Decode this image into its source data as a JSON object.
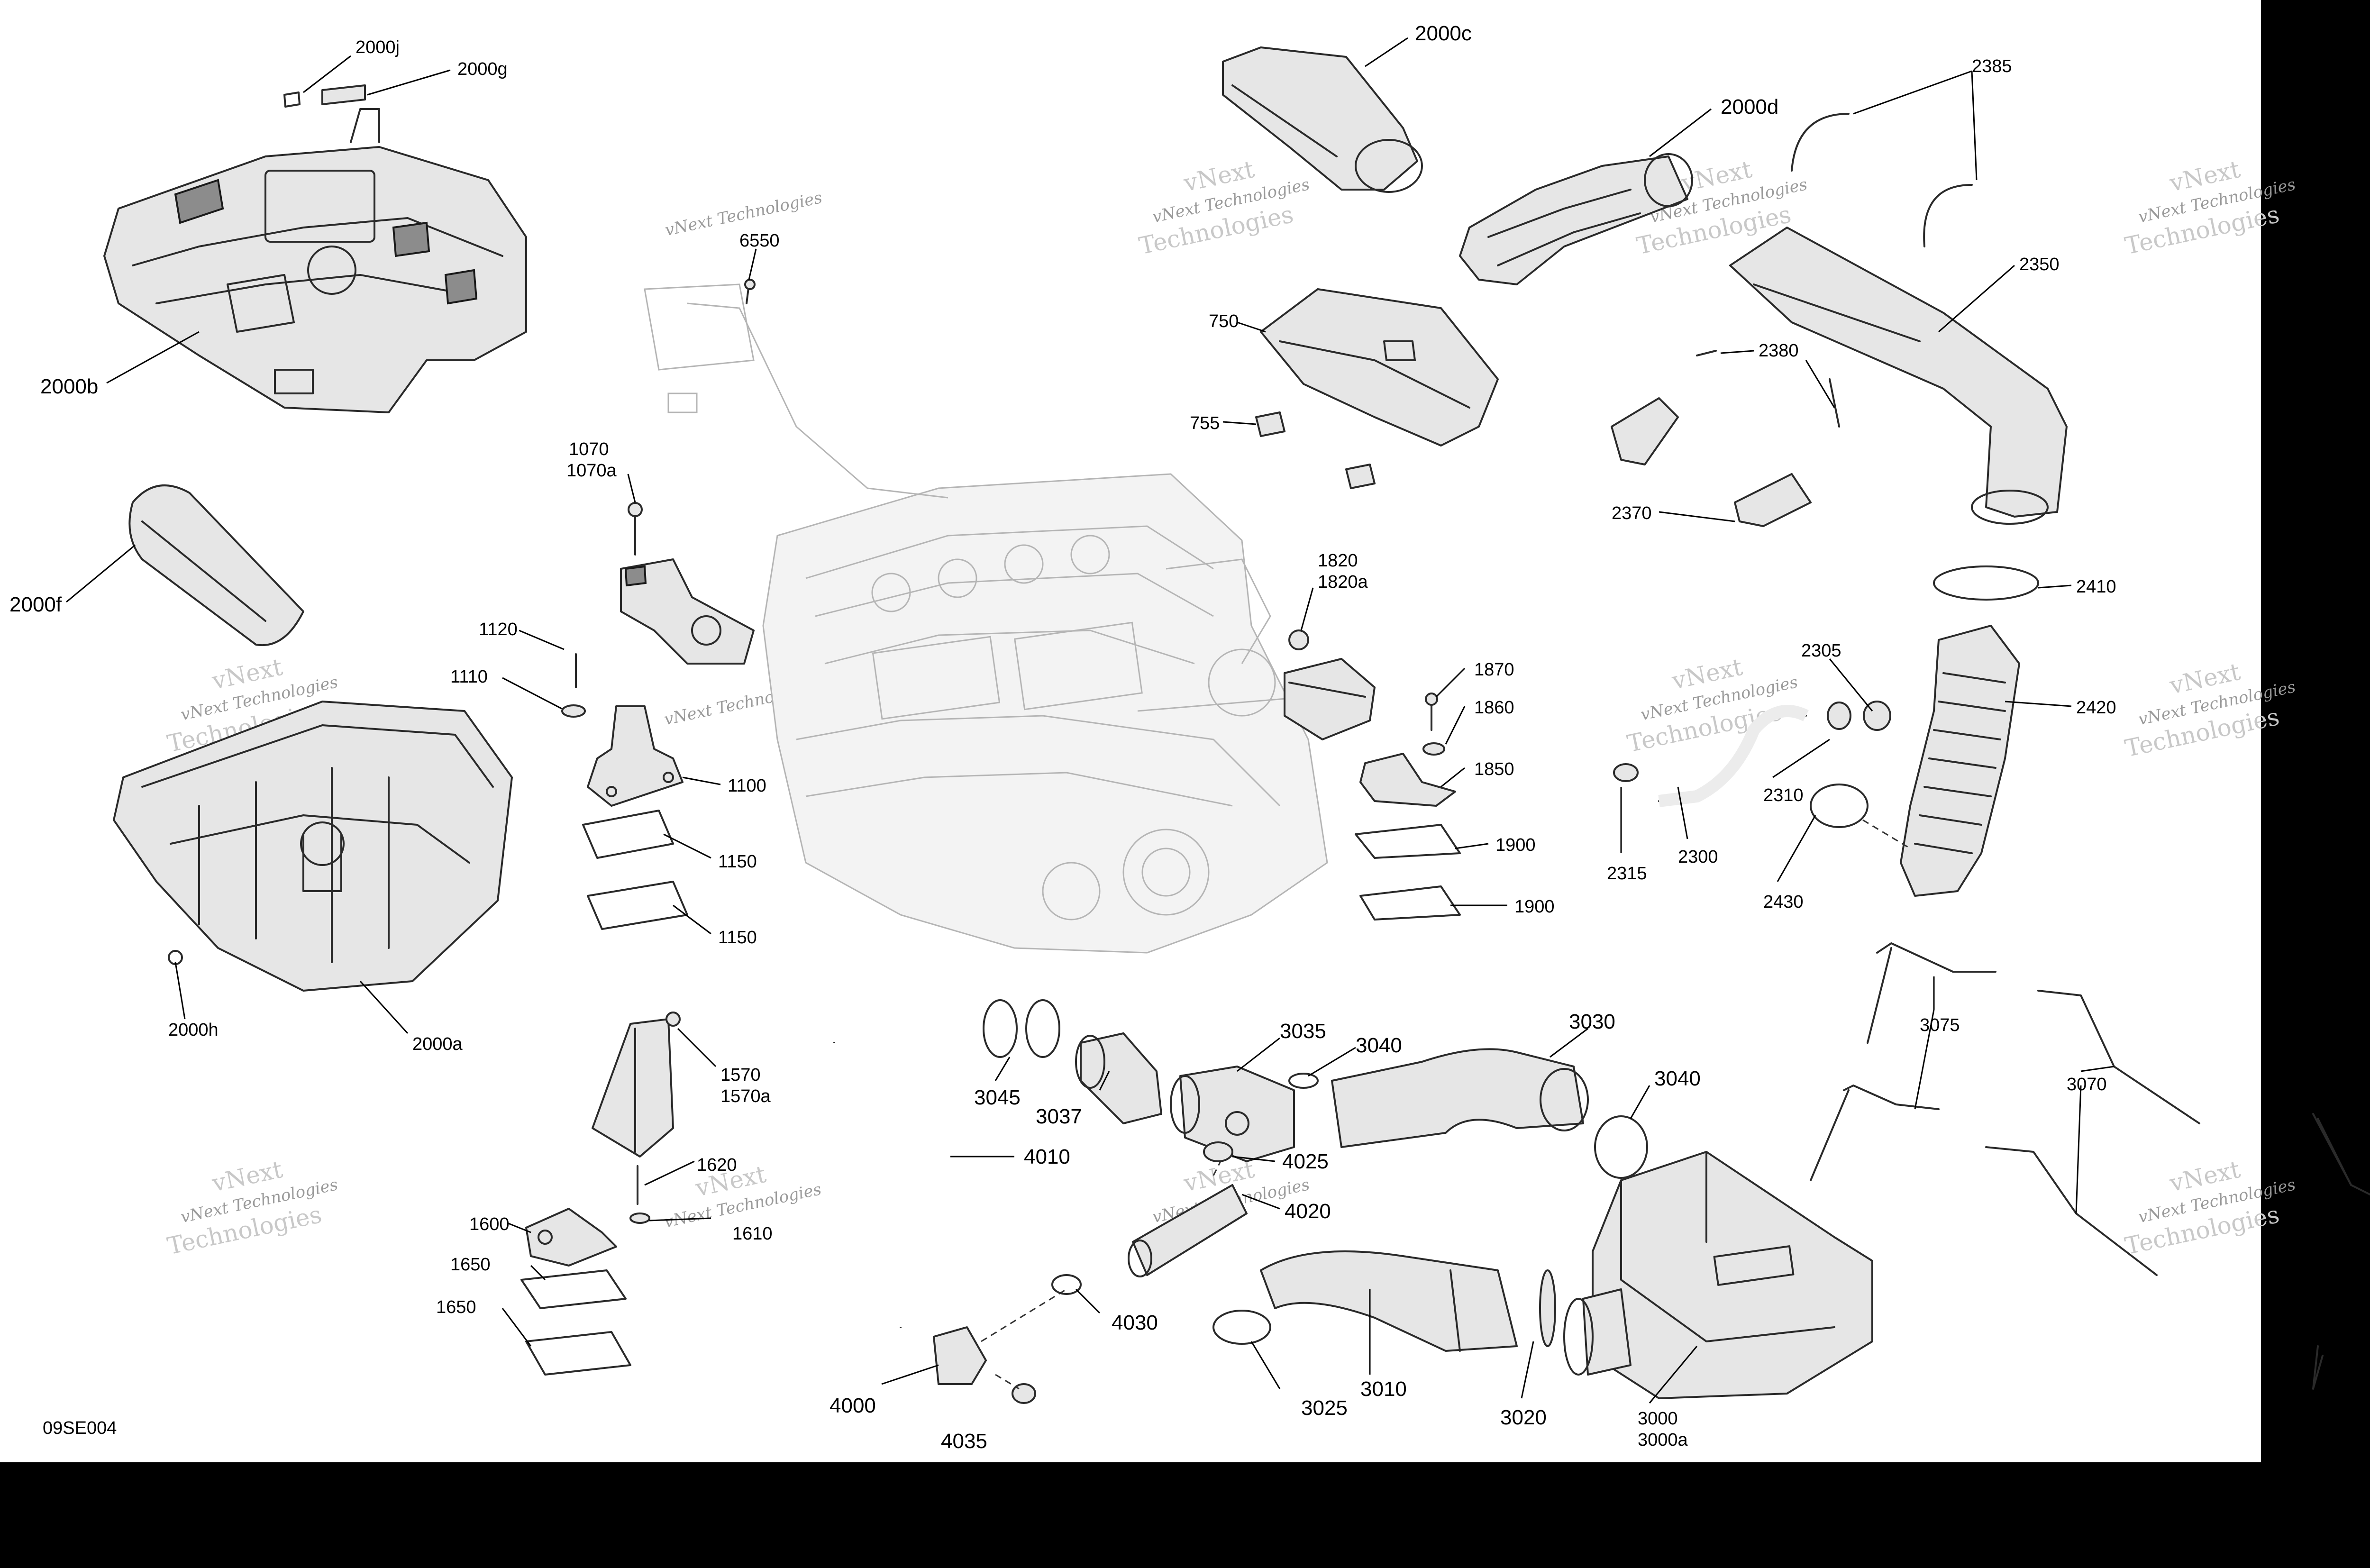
{
  "diagram_code": "09SE004",
  "watermark": {
    "line1": "vNext Technologies",
    "line2": "vNext",
    "line3": "Technologies"
  },
  "callouts": [
    {
      "id": "c-2000j",
      "text": "2000j"
    },
    {
      "id": "c-2000g",
      "text": "2000g"
    },
    {
      "id": "c-2000b",
      "text": "2000b"
    },
    {
      "id": "c-2000f",
      "text": "2000f"
    },
    {
      "id": "c-2000h",
      "text": "2000h"
    },
    {
      "id": "c-2000a",
      "text": "2000a"
    },
    {
      "id": "c-2000c",
      "text": "2000c"
    },
    {
      "id": "c-2000d",
      "text": "2000d"
    },
    {
      "id": "c-2385",
      "text": "2385"
    },
    {
      "id": "c-2350",
      "text": "2350"
    },
    {
      "id": "c-2380",
      "text": "2380"
    },
    {
      "id": "c-2370",
      "text": "2370"
    },
    {
      "id": "c-2410",
      "text": "2410"
    },
    {
      "id": "c-2420",
      "text": "2420"
    },
    {
      "id": "c-2305",
      "text": "2305"
    },
    {
      "id": "c-2310",
      "text": "2310"
    },
    {
      "id": "c-2300",
      "text": "2300"
    },
    {
      "id": "c-2315",
      "text": "2315"
    },
    {
      "id": "c-2430",
      "text": "2430"
    },
    {
      "id": "c-750",
      "text": "750"
    },
    {
      "id": "c-755",
      "text": "755"
    },
    {
      "id": "c-6550",
      "text": "6550"
    },
    {
      "id": "c-1070",
      "text": "1070"
    },
    {
      "id": "c-1070a",
      "text": "1070a"
    },
    {
      "id": "c-1120",
      "text": "1120"
    },
    {
      "id": "c-1110",
      "text": "1110"
    },
    {
      "id": "c-1100",
      "text": "1100"
    },
    {
      "id": "c-1150a",
      "text": "1150"
    },
    {
      "id": "c-1150b",
      "text": "1150"
    },
    {
      "id": "c-1820",
      "text": "1820"
    },
    {
      "id": "c-1820a",
      "text": "1820a"
    },
    {
      "id": "c-1870",
      "text": "1870"
    },
    {
      "id": "c-1860",
      "text": "1860"
    },
    {
      "id": "c-1850",
      "text": "1850"
    },
    {
      "id": "c-1900a",
      "text": "1900"
    },
    {
      "id": "c-1900b",
      "text": "1900"
    },
    {
      "id": "c-1570",
      "text": "1570"
    },
    {
      "id": "c-1570a",
      "text": "1570a"
    },
    {
      "id": "c-1620",
      "text": "1620"
    },
    {
      "id": "c-1600",
      "text": "1600"
    },
    {
      "id": "c-1610",
      "text": "1610"
    },
    {
      "id": "c-1650a",
      "text": "1650"
    },
    {
      "id": "c-1650b",
      "text": "1650"
    },
    {
      "id": "c-3045",
      "text": "3045"
    },
    {
      "id": "c-3037",
      "text": "3037"
    },
    {
      "id": "c-3035",
      "text": "3035"
    },
    {
      "id": "c-3040a",
      "text": "3040"
    },
    {
      "id": "c-3030",
      "text": "3030"
    },
    {
      "id": "c-3040b",
      "text": "3040"
    },
    {
      "id": "c-4010",
      "text": "4010"
    },
    {
      "id": "c-4025",
      "text": "4025"
    },
    {
      "id": "c-4020",
      "text": "4020"
    },
    {
      "id": "c-4030",
      "text": "4030"
    },
    {
      "id": "c-4000",
      "text": "4000"
    },
    {
      "id": "c-4035",
      "text": "4035"
    },
    {
      "id": "c-3025",
      "text": "3025"
    },
    {
      "id": "c-3010",
      "text": "3010"
    },
    {
      "id": "c-3020",
      "text": "3020"
    },
    {
      "id": "c-3000",
      "text": "3000"
    },
    {
      "id": "c-3000a",
      "text": "3000a"
    },
    {
      "id": "c-3075",
      "text": "3075"
    },
    {
      "id": "c-3070",
      "text": "3070"
    }
  ]
}
